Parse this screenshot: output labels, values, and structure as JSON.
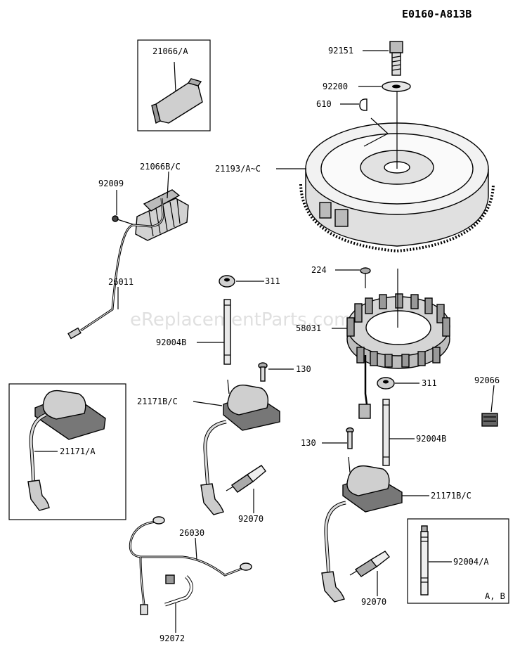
{
  "diagram_code": "E0160-A813B",
  "watermark": "eReplacementParts.com",
  "labels": {
    "p21066A": "21066/A",
    "p92151": "92151",
    "p92200": "92200",
    "p610": "610",
    "p21066BC": "21066B/C",
    "p21193": "21193/A~C",
    "p92009": "92009",
    "p26011": "26011",
    "p311a": "311",
    "p224": "224",
    "p58031": "58031",
    "p92004B_1": "92004B",
    "p130a": "130",
    "p311b": "311",
    "p92066": "92066",
    "p21171BC_1": "21171B/C",
    "p21171A": "21171/A",
    "p130b": "130",
    "p92004B_2": "92004B",
    "p92070a": "92070",
    "p26030": "26030",
    "p21171BC_2": "21171B/C",
    "p92004A": "92004/A",
    "pAB": "A, B",
    "p92072": "92072",
    "p92070b": "92070"
  }
}
